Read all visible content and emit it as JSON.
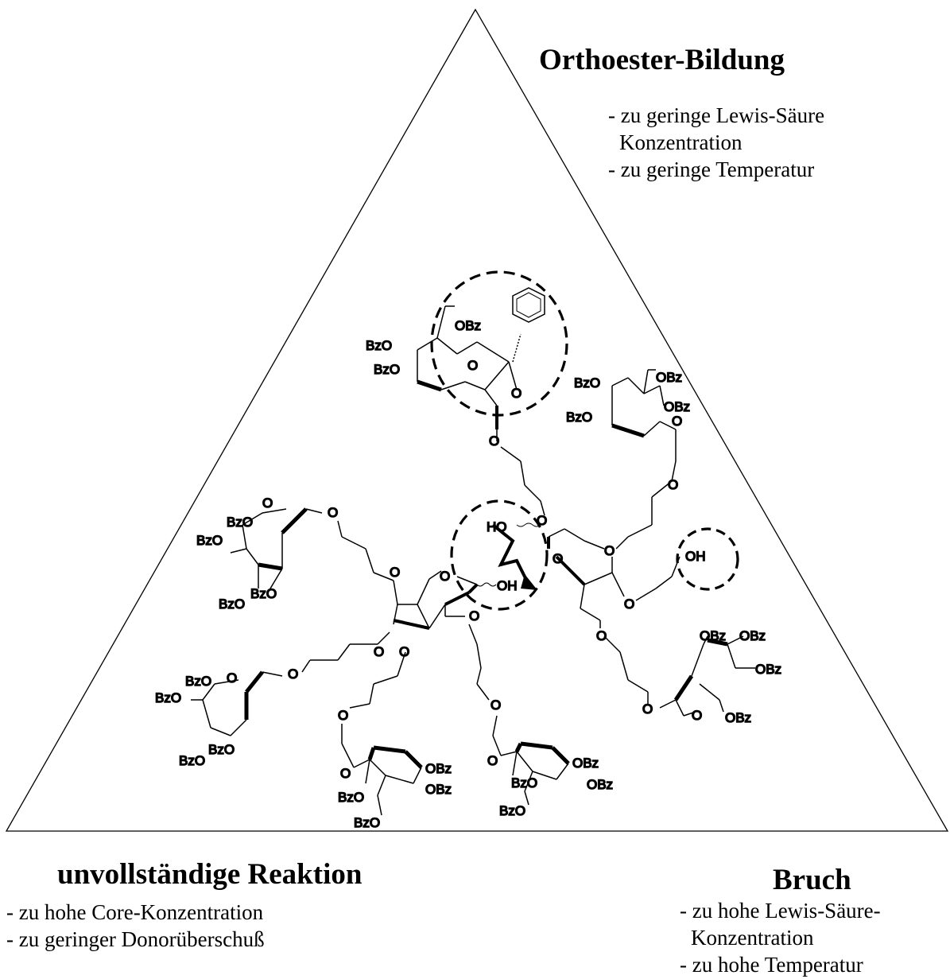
{
  "corners": {
    "top": {
      "title": "Orthoester-Bildung",
      "lines": [
        "- zu geringe Lewis-Säure",
        "Konzentration",
        "- zu geringe Temperatur"
      ]
    },
    "left": {
      "title": "unvollständige Reaktion",
      "lines": [
        "- zu hohe Core-Konzentration",
        "- zu geringer Donorüberschuß"
      ]
    },
    "right": {
      "title": "Bruch",
      "lines": [
        "- zu hohe Lewis-Säure-",
        "Konzentration",
        "- zu hohe Temperatur"
      ]
    }
  },
  "molecule": {
    "group_labels": [
      "BzO",
      "OBz",
      "O",
      "HO",
      "OH"
    ],
    "markers": [
      "problem-site-orthoester",
      "problem-site-cleavage",
      "problem-site-free-hydroxyl"
    ]
  }
}
